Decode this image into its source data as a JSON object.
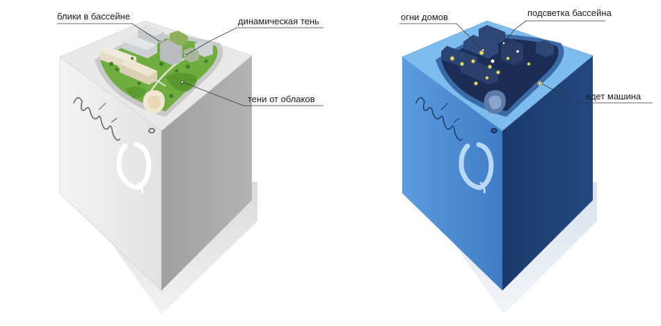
{
  "left_cube": {
    "callouts": {
      "pool_glare": "блики в бассейне",
      "dynamic_shadow": "динамическая тень",
      "cloud_shadows": "тени от облаков"
    },
    "colors": {
      "top": "#e9e9e9",
      "front": "#ececec",
      "side": "#a6a6a6",
      "grass": "#6fae3e"
    }
  },
  "right_cube": {
    "callouts": {
      "house_lights": "огни домов",
      "pool_lighting": "подсветка бассейна",
      "car_moving": "едет машина"
    },
    "colors": {
      "top": "#7fbcee",
      "front": "#4f8ed2",
      "side": "#1d3f73",
      "night": "#1b2d55"
    }
  },
  "icons": [
    "signature-logo",
    "ring-logo",
    "slot-icon"
  ]
}
